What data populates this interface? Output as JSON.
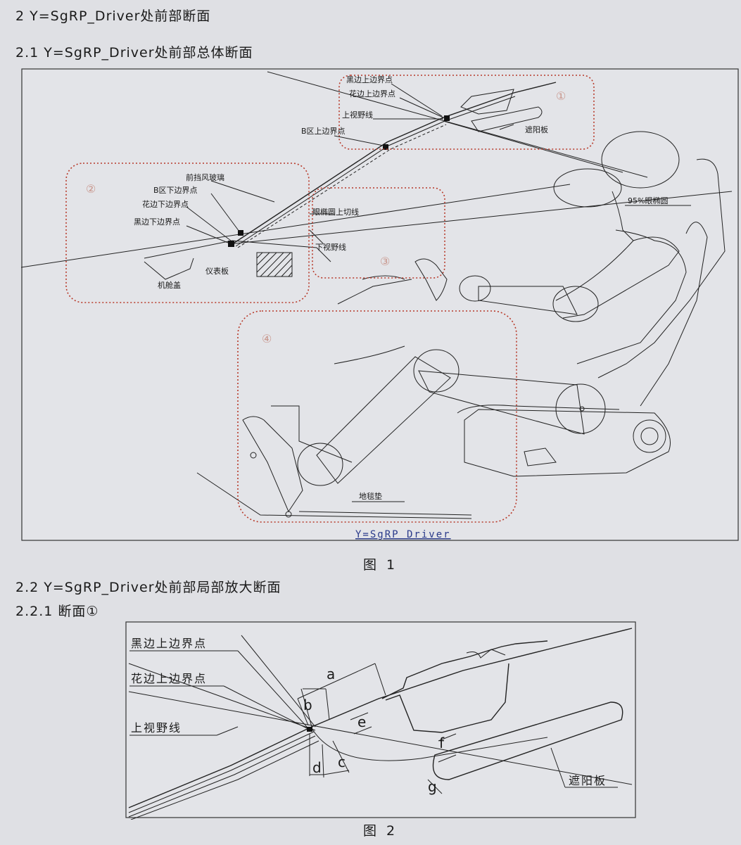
{
  "headings": {
    "h2": "2   Y=SgRP_Driver处前部断面",
    "h21": "2.1  Y=SgRP_Driver处前部总体断面",
    "h22": "2.2  Y=SgRP_Driver处前部局部放大断面",
    "h221": "2.2.1 断面①"
  },
  "figure1": {
    "caption": "图 1",
    "bottom_label": "Y=SgRP Driver",
    "region_numbers": [
      "①",
      "②",
      "③",
      "④"
    ],
    "labels": {
      "black_upper": "黑边上边界点",
      "flower_upper": "花边上边界点",
      "upper_sight": "上视野线",
      "b_upper": "B区上边界点",
      "sunvisor": "遮阳板",
      "windshield": "前挡风玻璃",
      "b_lower": "B区下边界点",
      "flower_lower": "花边下边界点",
      "black_lower": "黑边下边界点",
      "eyellipse_tangent": "眼椭圆上切线",
      "lower_sight": "下视野线",
      "eyellipse95": "95%眼椭圆",
      "hood": "机舱盖",
      "ip": "仪表板",
      "carpet": "地毯垫"
    }
  },
  "figure2": {
    "caption": "图 2",
    "labels": {
      "black_upper": "黑边上边界点",
      "flower_upper": "花边上边界点",
      "upper_sight": "上视野线",
      "sunvisor": "遮阳板"
    },
    "dims": [
      "a",
      "b",
      "c",
      "d",
      "e",
      "f",
      "g"
    ]
  }
}
